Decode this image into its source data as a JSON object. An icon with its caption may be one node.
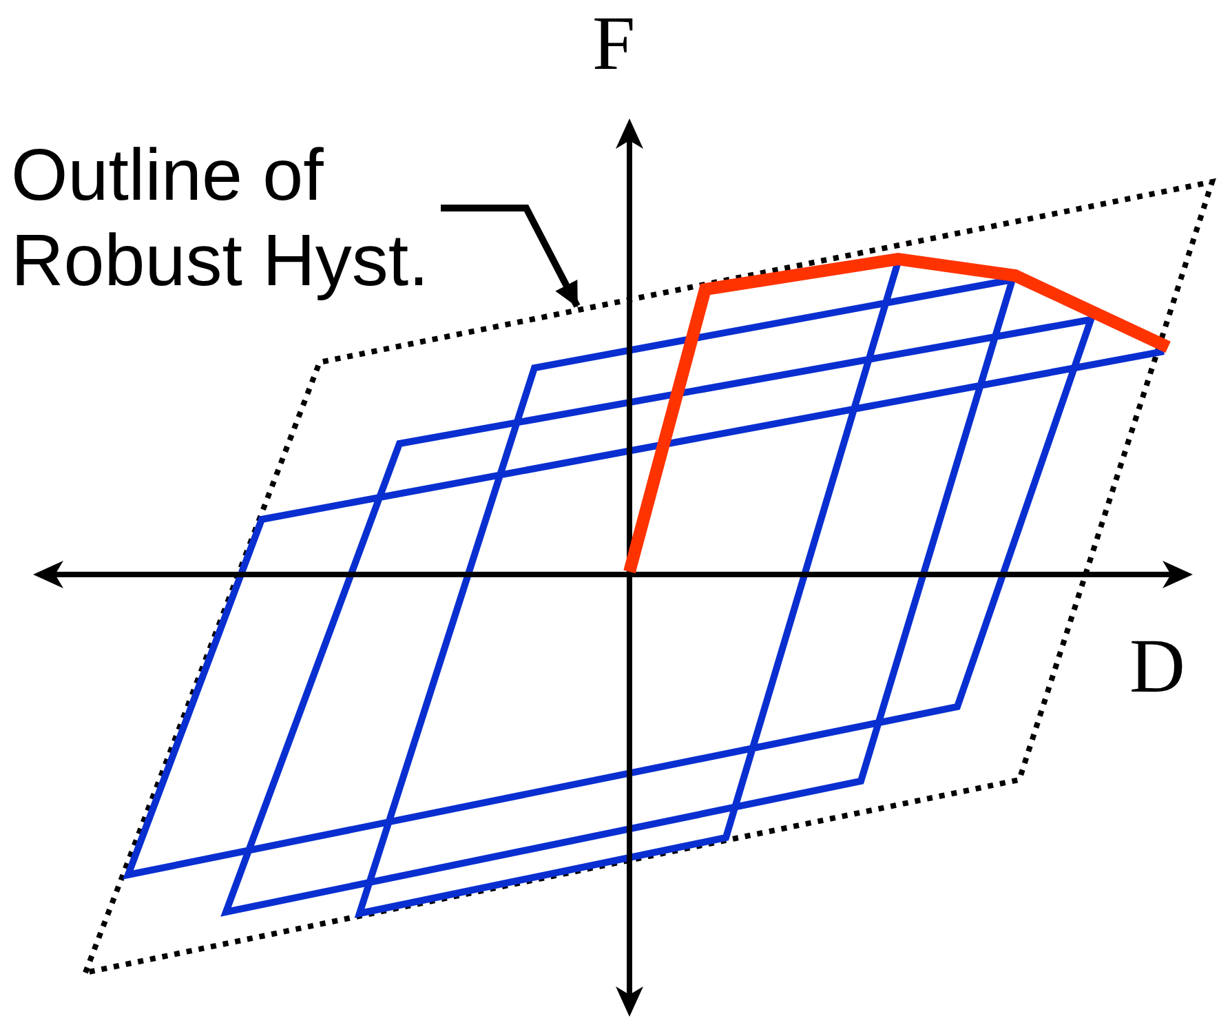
{
  "diagram": {
    "nodes": [
      {
        "text": [
          "Outline of Robust Hyst."
        ]
      },
      {
        "text": [],
        "shape": "parallelogram"
      }
    ],
    "edges": [
      {
        "from": 0,
        "to": 1,
        "arrow": "to"
      }
    ],
    "labels": [
      "F",
      "D"
    ]
  }
}
